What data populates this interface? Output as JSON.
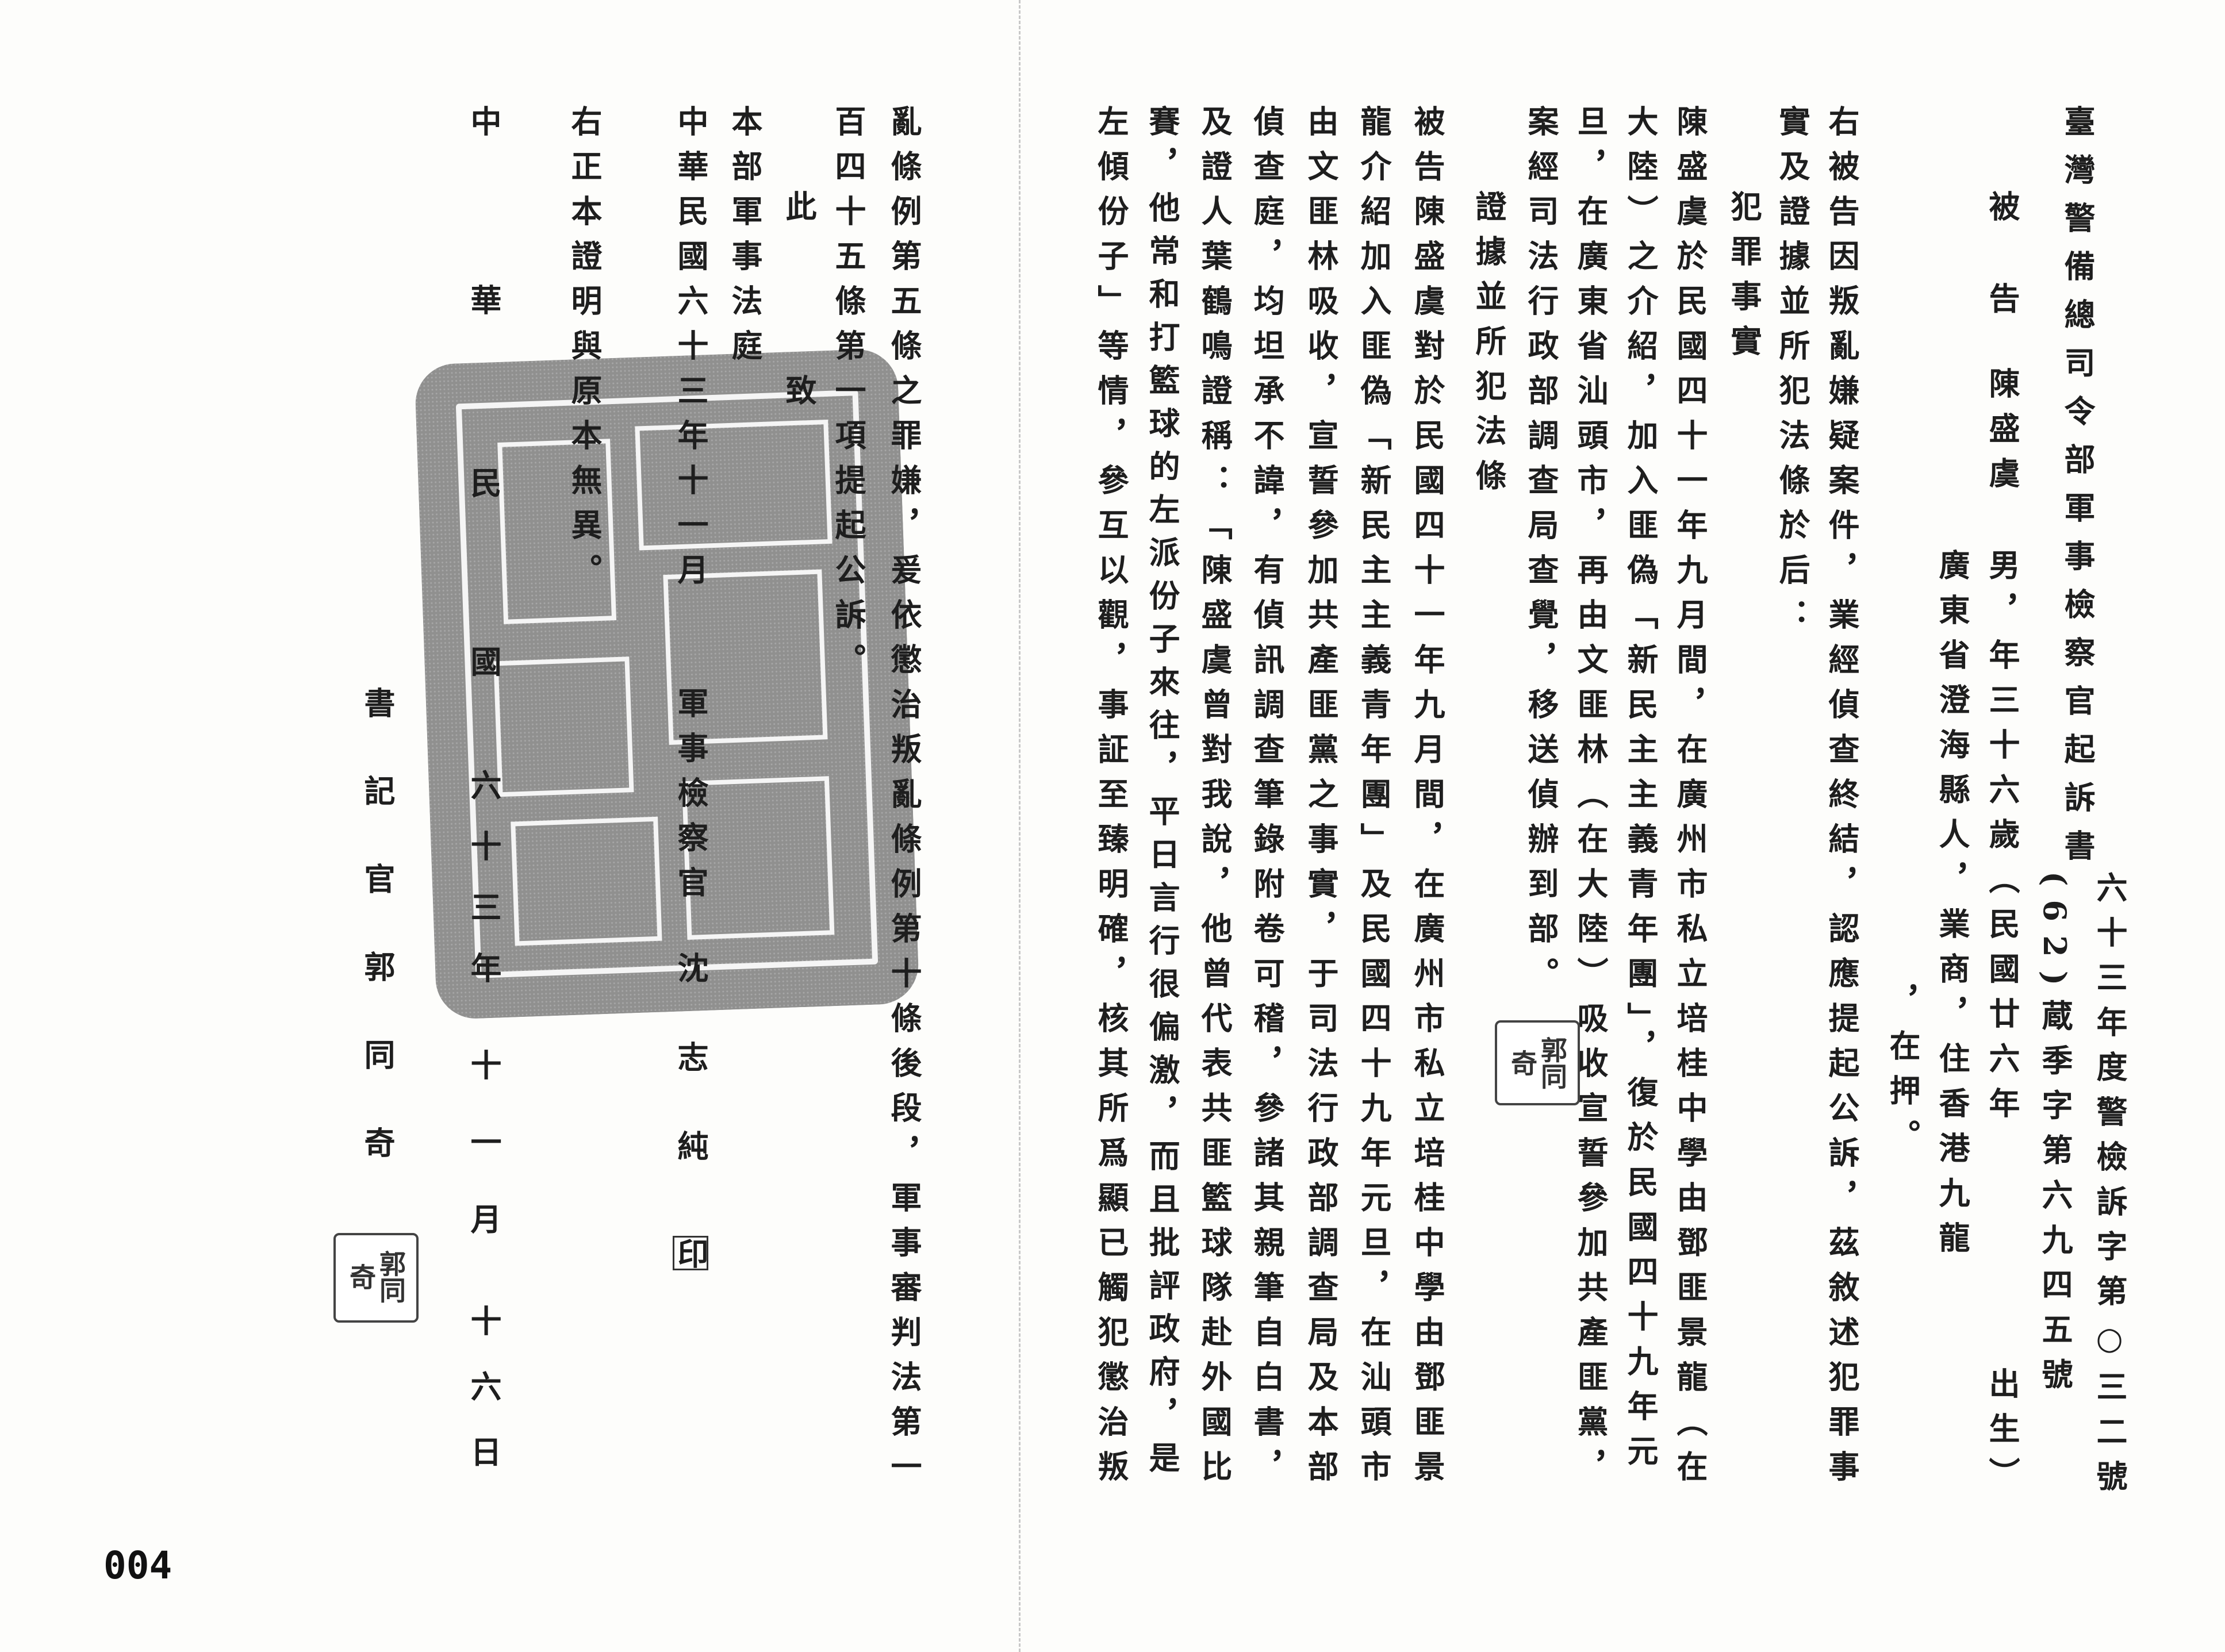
{
  "header": {
    "title": "臺灣警備總司令部軍事檢察官起訴書",
    "case_number": "六十三年度警檢訴字第○三二號",
    "internal_number": "(62)蔵季字第六九四五號"
  },
  "defendant": {
    "label_1": "被",
    "label_2": "告",
    "name": "陳盛虞",
    "details": "男，年三十六歲（民國廿六年",
    "birth_suffix": "出生）",
    "origin": "廣東省澄海縣人，業商，住香港九龍",
    "custody": "，在押。"
  },
  "intro": [
    "右被告因叛亂嫌疑案件，業經偵查終結，認應提起公訴，茲敘述犯罪事",
    "實及證據並所犯法條於后："
  ],
  "facts": {
    "heading": "犯罪事實",
    "lines": [
      "陳盛虞於民國四十一年九月間，在廣州市私立培桂中學由鄧匪景龍（在",
      "大陸）之介紹，加入匪偽「新民主主義青年團」，復於民國四十九年元",
      "旦，在廣東省汕頭市，再由文匪林（在大陸）吸收宣誓參加共產匪黨，",
      "案經司法行政部調查局查覺，移送偵辦到部。"
    ]
  },
  "evidence": {
    "heading": "證據並所犯法條",
    "lines": [
      "被告陳盛虞對於民國四十一年九月間，在廣州市私立培桂中學由鄧匪景",
      "龍介紹加入匪偽「新民主主義青年團」及民國四十九年元旦，在汕頭市",
      "由文匪林吸收，宣誓參加共產匪黨之事實，于司法行政部調查局及本部",
      "偵查庭，均坦承不諱，有偵訊調查筆錄附卷可稽，參諸其親筆自白書，",
      "及證人葉鶴鳴證稱：「陳盛虞曾對我說，他曾代表共匪籃球隊赴外國比",
      "賽，他常和打籃球的左派份子來往，平日言行很偏激，而且批評政府，是",
      "左傾份子」等情，參互以觀，事証至臻明確，核其所爲顯已觸犯懲治叛",
      "亂條例第五條之罪嫌，爰依懲治叛亂條例第十條後段，軍事審判法第一",
      "百四十五條第一項提起公訴。"
    ]
  },
  "closing": {
    "salutation": "此　致",
    "recipient": "本部軍事法庭",
    "date": "中華民國六十三年十一月",
    "prosecutor_title": "軍事檢察官",
    "prosecutor_name": "沈志純",
    "seal_mark": "印"
  },
  "certification": {
    "statement": "右正本證明與原本無異。",
    "date_parts": [
      "中",
      "華",
      "民",
      "國",
      "六十三年",
      "十一月",
      "十六日"
    ],
    "clerk": "書記官郭同奇",
    "clerk_seal": "郭同奇"
  },
  "margin_seal": "郭同奇",
  "page_number": "004"
}
